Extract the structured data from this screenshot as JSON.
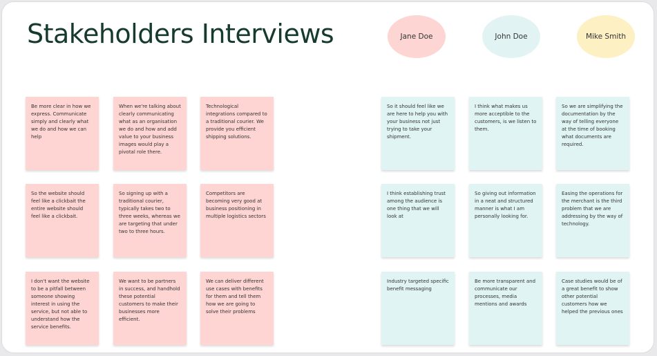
{
  "title": "Stakeholders Interviews",
  "colors": {
    "pink_note": "#fed5d3",
    "cyan_note": "#dff4f3",
    "persona_pink": "#fdd5d3",
    "persona_cyan": "#e1f4f3",
    "persona_yellow": "#fdf0c3",
    "title": "#163a2e"
  },
  "personas": [
    {
      "name": "Jane Doe",
      "color": "#fdd5d3"
    },
    {
      "name": "John Doe",
      "color": "#e1f4f3"
    },
    {
      "name": "Mike Smith",
      "color": "#fdf0c3"
    }
  ],
  "left_notes": [
    "Be more clear in how we express. Communicate simply and clearly what we do and how we can help",
    "When we're talking about clearly communicating what as an organisation we do and how and add value to your business images would play a pivotal role there.",
    "Technological integrations compared to a traditional courier. We provide you efficient shipping solutions.",
    "So the website should feel like a clickbait the entire website should feel like a clickbait.",
    "So signing up with a traditional courier, typically takes two to three weeks, whereas we are targeting that under two to three hours.",
    "Competitors are becoming very good at business positioning in multiple logistics sectors",
    "I don't want the website to be a pitfall between someone showing interest in using the service, but not able to understand how the service benefits.",
    "We want to be partners in success, and handhold these potential customers to make their businesses more efficient.",
    "We can deliver different use cases with benefits for them and tell them how we are going to solve their problems"
  ],
  "right_notes": [
    "So it should feel like we are here to help you with your business not just trying to take your shipment.",
    "I think what makes us more acceptible to the customers, is we listen to them.",
    "So we are simplifying the documentation by the way of telling everyone at the time of booking what documents are required.",
    "I think establishing trust among the audience is one thing that we will look at",
    "So giving out information in a neat and structured manner is what I am personally looking for.",
    "Easing the operations for the merchant is the third problem that we are addressing by the way of technology.",
    "Industry targeted specific benefit messaging",
    "Be more transparent and communicate our processes, media mentions and awards",
    "Case studies would be of a great benefit to show other potential customers how we helped the previous ones"
  ]
}
